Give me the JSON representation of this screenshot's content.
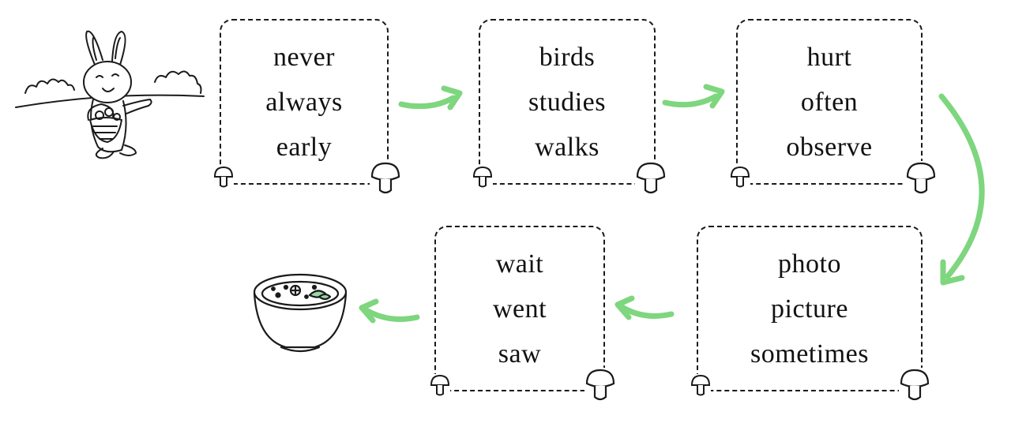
{
  "colors": {
    "arrow": "#7ed67e",
    "ink": "#1a1a1a",
    "background": "#ffffff"
  },
  "icons": {
    "start": "rabbit-with-basket-icon",
    "end": "soup-bowl-icon",
    "corner": "mushroom-icon"
  },
  "boxes": [
    {
      "words": [
        "never",
        "always",
        "early"
      ]
    },
    {
      "words": [
        "birds",
        "studies",
        "walks"
      ]
    },
    {
      "words": [
        "hurt",
        "often",
        "observe"
      ]
    },
    {
      "words": [
        "photo",
        "picture",
        "sometimes"
      ]
    },
    {
      "words": [
        "wait",
        "went",
        "saw"
      ]
    }
  ]
}
